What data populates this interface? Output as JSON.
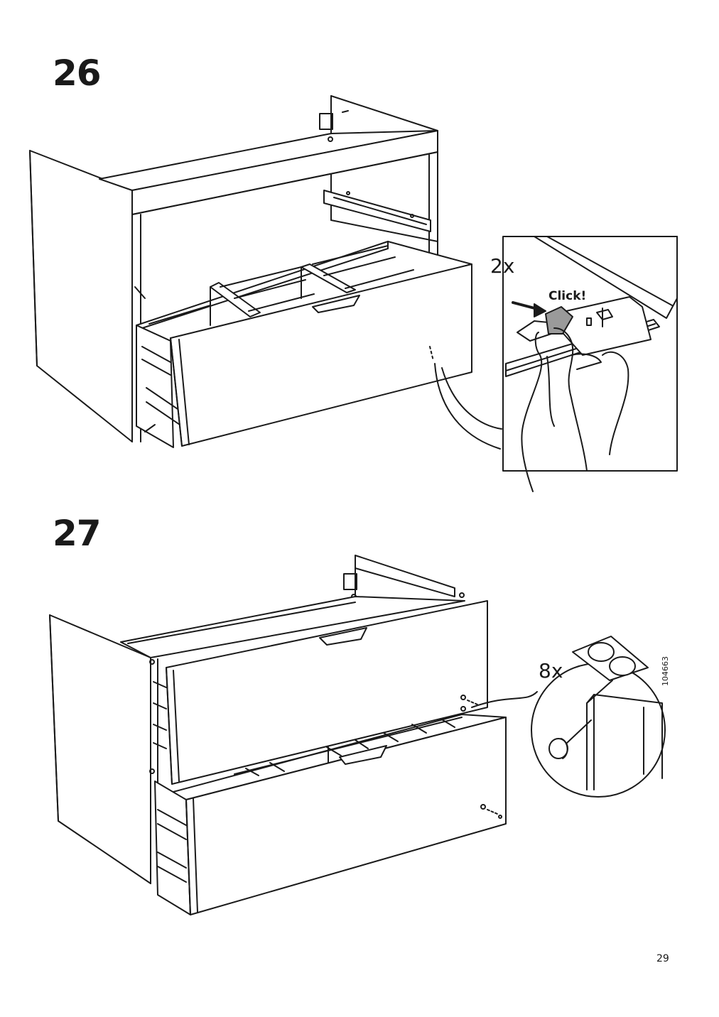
{
  "page": {
    "number": "29"
  },
  "steps": [
    {
      "number": "26",
      "callout_quantity": "2x",
      "callout_label": "Click!"
    },
    {
      "number": "27",
      "callout_quantity": "8x",
      "part_code": "104663"
    }
  ],
  "colors": {
    "line": "#1a1a1a",
    "tab_fill": "#9a9a9a",
    "background": "#ffffff"
  }
}
